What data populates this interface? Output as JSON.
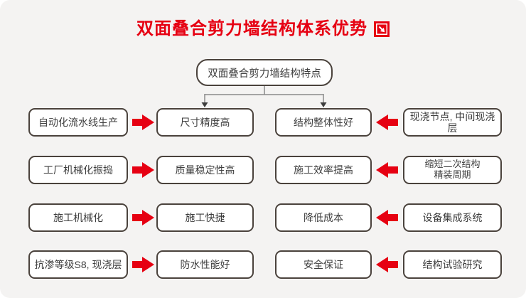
{
  "title": {
    "text": "双面叠合剪力墙结构体系优势",
    "icon": "arrow-down-right"
  },
  "root": {
    "label": "双面叠合剪力墙结构特点"
  },
  "colors": {
    "accent_red": "#e60012",
    "box_border": "#4a423c",
    "background": "#f4f3f2",
    "text": "#3e3e3e"
  },
  "rows": [
    {
      "left_source": "自动化流水线生产",
      "left_benefit": "尺寸精度高",
      "right_benefit": "结构整体性好",
      "right_source": "现浇节点, 中间现浇层"
    },
    {
      "left_source": "工厂机械化振捣",
      "left_benefit": "质量稳定性高",
      "right_benefit": "施工效率提高",
      "right_source": "缩短二次结构\n精装周期"
    },
    {
      "left_source": "施工机械化",
      "left_benefit": "施工快捷",
      "right_benefit": "降低成本",
      "right_source": "设备集成系统"
    },
    {
      "left_source": "抗渗等级S8, 现浇层",
      "left_benefit": "防水性能好",
      "right_benefit": "安全保证",
      "right_source": "结构试验研究"
    }
  ]
}
